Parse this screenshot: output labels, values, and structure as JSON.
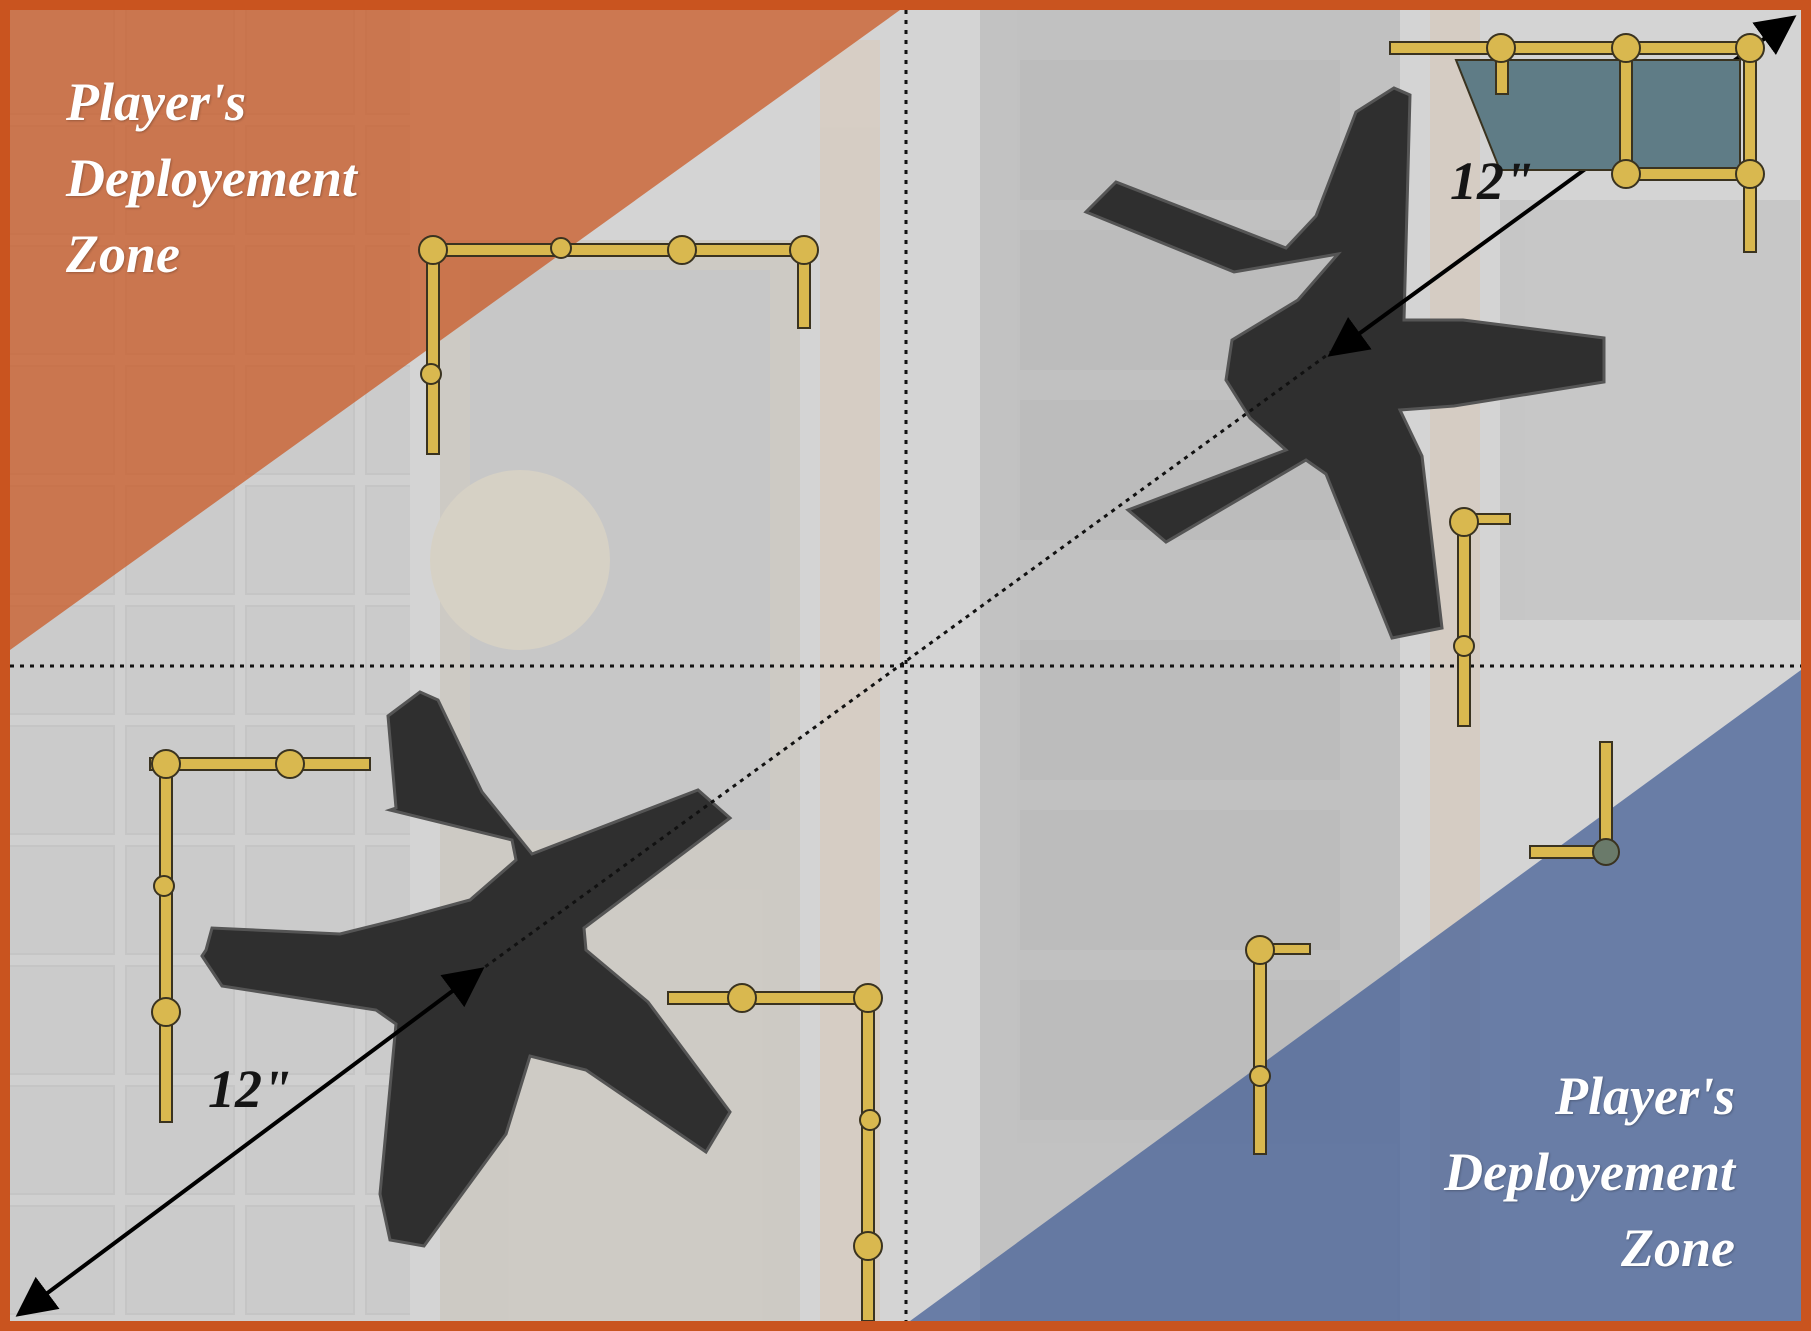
{
  "colors": {
    "border": "#c9541f",
    "zone_player_1": "#c9541f",
    "zone_player_2": "#4a6499",
    "terrain_fill": "#2f2f2f",
    "wall": "#d9b84f",
    "wall_stroke": "#3a3320",
    "board_background": "#cfcfcf"
  },
  "zones": {
    "top_left": {
      "label_lines": [
        "Player's",
        "Deployement",
        "Zone"
      ]
    },
    "bottom_right": {
      "label_lines": [
        "Player's",
        "Deployement",
        "Zone"
      ]
    }
  },
  "distances": {
    "top": "12\"",
    "bottom": "12\""
  },
  "icons": {
    "terrain_piece": "star-shaped-ruin-icon",
    "wall": "wall-segment-icon",
    "measure": "double-arrow-icon"
  }
}
